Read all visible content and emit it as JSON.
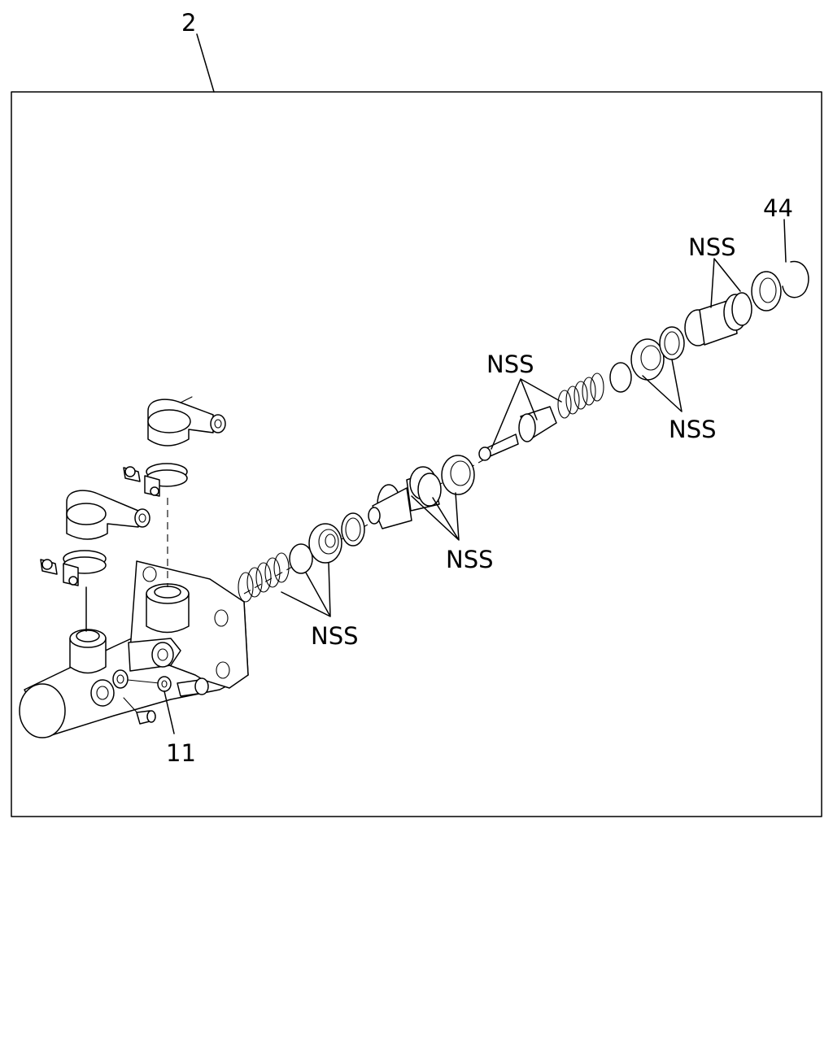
{
  "figure": {
    "callouts": {
      "assembly": "2",
      "washer": "11",
      "snap_ring": "44",
      "nss_upper_right": "NSS",
      "nss_mid_right": "NSS",
      "nss_center_top": "NSS",
      "nss_center": "NSS",
      "nss_left": "NSS"
    }
  }
}
